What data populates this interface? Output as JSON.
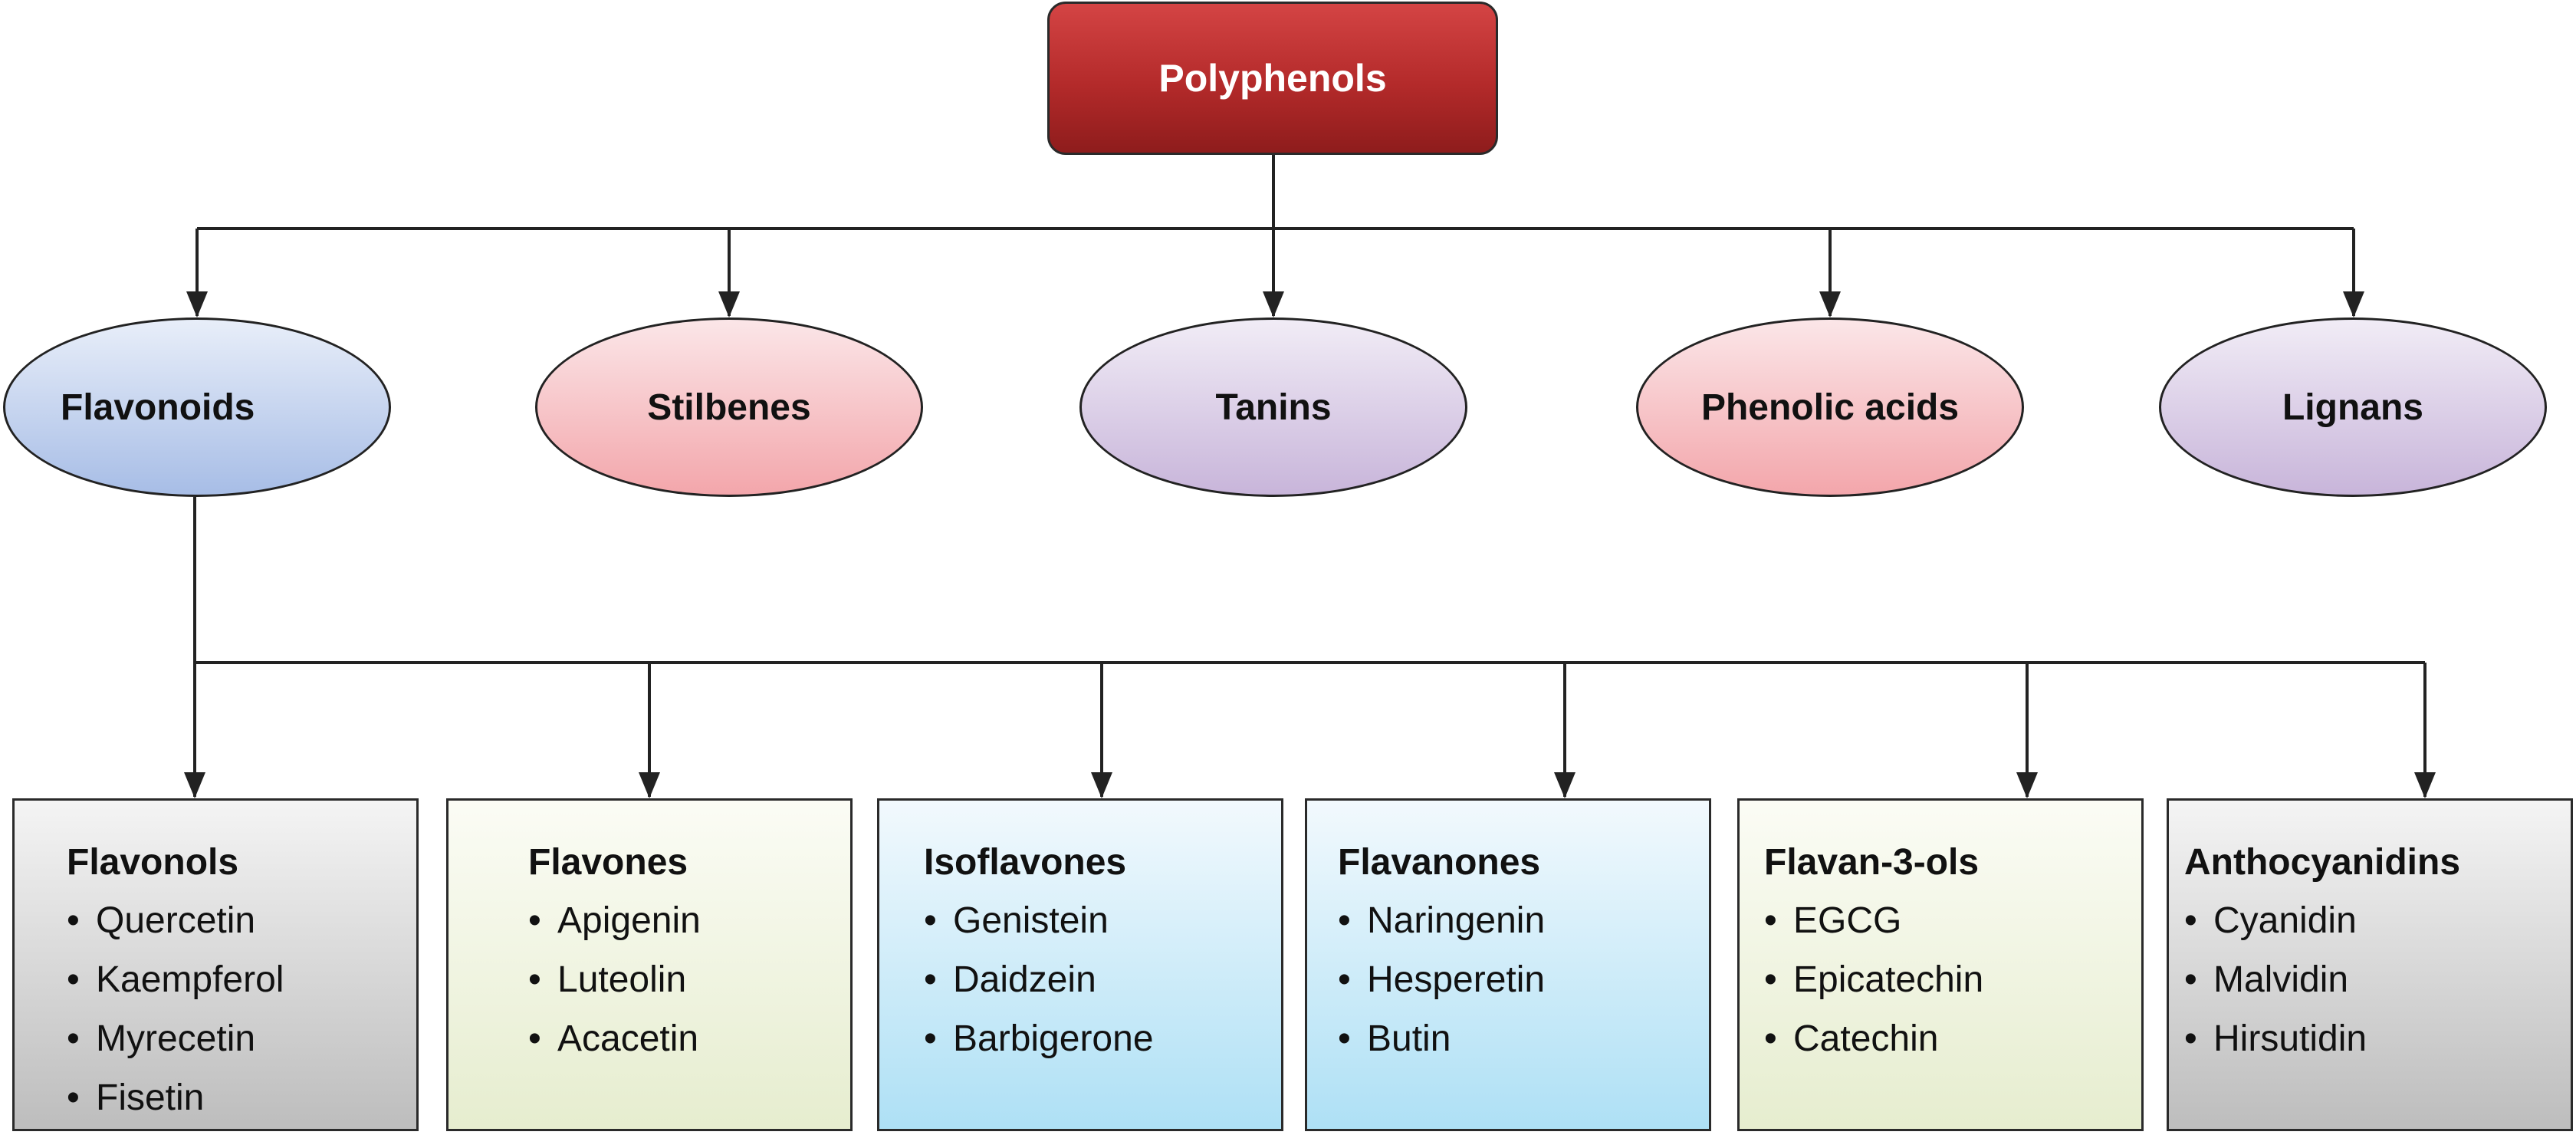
{
  "root": {
    "label": "Polyphenols"
  },
  "classes": [
    {
      "label": "Flavonoids"
    },
    {
      "label": "Stilbenes"
    },
    {
      "label": "Tanins"
    },
    {
      "label": "Phenolic acids"
    },
    {
      "label": "Lignans"
    }
  ],
  "subclasses": [
    {
      "title": "Flavonols",
      "items": [
        "Quercetin",
        "Kaempferol",
        "Myrecetin",
        "Fisetin"
      ]
    },
    {
      "title": "Flavones",
      "items": [
        "Apigenin",
        "Luteolin",
        "Acacetin"
      ]
    },
    {
      "title": "Isoflavones",
      "items": [
        "Genistein",
        "Daidzein",
        "Barbigerone"
      ]
    },
    {
      "title": "Flavanones",
      "items": [
        "Naringenin",
        "Hesperetin",
        "Butin"
      ]
    },
    {
      "title": "Flavan-3-ols",
      "items": [
        "EGCG",
        "Epicatechin",
        "Catechin"
      ]
    },
    {
      "title": "Anthocyanidins",
      "items": [
        "Cyanidin",
        "Malvidin",
        "Hirsutidin"
      ]
    }
  ],
  "bullet": "•",
  "colors": {
    "root_fill": "#b32a2a",
    "flavonoids_fill": "#a7bde6",
    "pink_fill": "#f3a6ab",
    "purple_fill": "#c8b5da",
    "gray_box": "#bdbdbd",
    "cream_box": "#e6edcf",
    "blue_box": "#aee0f5",
    "line": "#222222"
  }
}
